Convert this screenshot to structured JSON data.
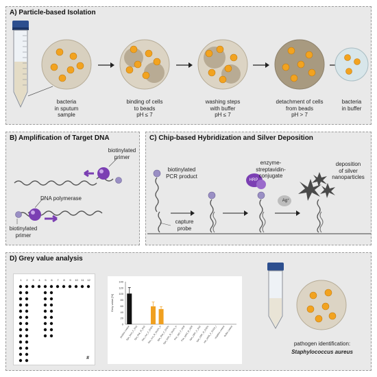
{
  "panels": {
    "a": {
      "title": "A) Particle-based Isolation",
      "steps": [
        {
          "l1": "bacteria",
          "l2": "in sputum",
          "l3": "sample"
        },
        {
          "l1": "binding of cells",
          "l2": "to beads",
          "l3": "pH ≤ 7"
        },
        {
          "l1": "washing steps",
          "l2": "with buffer",
          "l3": "pH ≤ 7"
        },
        {
          "l1": "detachment of cells",
          "l2": "from beads",
          "l3": "pH > 7"
        },
        {
          "l1": "bacteria",
          "l2": "in buffer",
          "l3": ""
        }
      ]
    },
    "b": {
      "title": "B) Amplification of Target DNA",
      "biotin_primer_top_1": "biotinylated",
      "biotin_primer_top_2": "primer",
      "polymerase": "DNA polymerase",
      "biotin_primer_bottom_1": "biotinylated",
      "biotin_primer_bottom_2": "primer"
    },
    "c": {
      "title": "C) Chip-based Hybridization and Silver Deposition",
      "pcr_1": "biotinylated",
      "pcr_2": "PCR product",
      "capture_1": "capture",
      "capture_2": "probe",
      "enzyme_1": "enzyme-",
      "enzyme_2": "streptavidin-",
      "enzyme_3": "conjugate",
      "silver_1": "deposition",
      "silver_2": "of silver",
      "silver_3": "nanoparticles",
      "hrp": "HRP",
      "ag": "Ag⁺"
    },
    "d": {
      "title": "D) Grey value analysis",
      "grid_cols": [
        "1",
        "2",
        "3",
        "4",
        "5",
        "6",
        "7",
        "8",
        "9",
        "10",
        "11",
        "12"
      ],
      "grid_hash": "#",
      "pathogen_1": "pathogen identification:",
      "pathogen_2": "Staphylococcus aureus"
    }
  },
  "chart_data": {
    "type": "bar",
    "ylabel": "Grey value [%]",
    "ylim": [
      0,
      140
    ],
    "yticks": [
      "0",
      "20",
      "40",
      "60",
      "80",
      "100",
      "120",
      "140"
    ],
    "categories": [
      "positive control",
      "Spn_SAN_F_SN2",
      "Spo_Rek_R_SN2",
      "Sau_nuc_F_SN2N",
      "Sau_nuc_R_SN2N_H",
      "Spn_Rek_F_SN2N",
      "Spn_SAN_R_SN2N_H",
      "Pae_oprI_F_KER",
      "Pae_oprI2_R_KER",
      "Kpn_ORF_F_SN2",
      "Kpn_ORF_R_SN2N",
      "Hin_MOB_F_SN2S_I",
      "negative control",
      "Buffer control"
    ],
    "values": [
      101,
      0,
      0,
      59,
      50,
      0,
      0,
      0,
      0,
      0,
      0,
      0,
      0,
      0
    ],
    "errors": [
      20,
      0,
      0,
      14,
      8,
      0,
      0,
      0,
      0,
      0,
      0,
      0,
      0,
      0
    ],
    "colors": {
      "positive": "#111111",
      "hit": "#f0a020"
    }
  },
  "colors": {
    "panel_bg": "#e9e9e9",
    "bead": "#f2a320",
    "purple": "#7b3fb3",
    "arrow": "#222222"
  }
}
